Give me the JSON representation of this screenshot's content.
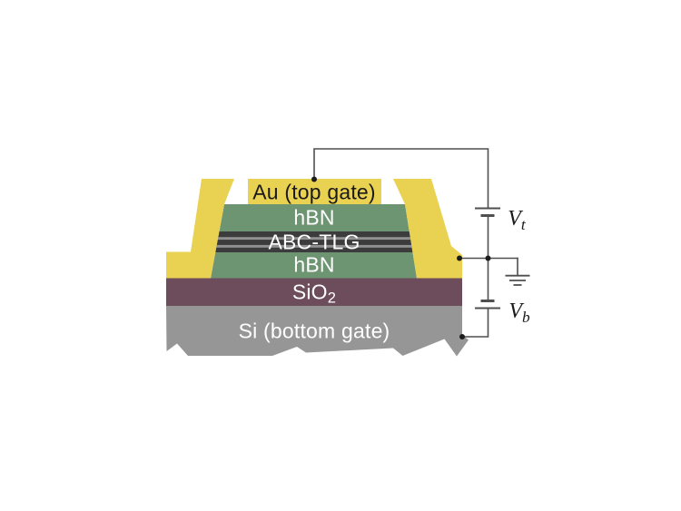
{
  "figure": {
    "type": "device-cross-section-schematic",
    "background": "#ffffff"
  },
  "device": {
    "top_gate_label": "Au (top gate)",
    "layers": {
      "hbn_top": {
        "label": "hBN"
      },
      "abc_tlg": {
        "label": "ABC-TLG"
      },
      "hbn_bottom": {
        "label": "hBN"
      },
      "sio2": {
        "label": "SiO",
        "sub": "2"
      },
      "si": {
        "label": "Si (bottom gate)"
      }
    },
    "colors": {
      "au": "#e9d152",
      "hbn": "#6e9571",
      "tlg_dark": "#3c3c3c",
      "tlg_stripe": "#919191",
      "sio2": "#6d4c5b",
      "si": "#969696"
    }
  },
  "circuit": {
    "top_gate_voltage": {
      "symbol": "V",
      "sub": "t"
    },
    "bottom_gate_voltage": {
      "symbol": "V",
      "sub": "b"
    },
    "wire_color": "#4f4f4f",
    "node_color": "#1c1c1c"
  }
}
